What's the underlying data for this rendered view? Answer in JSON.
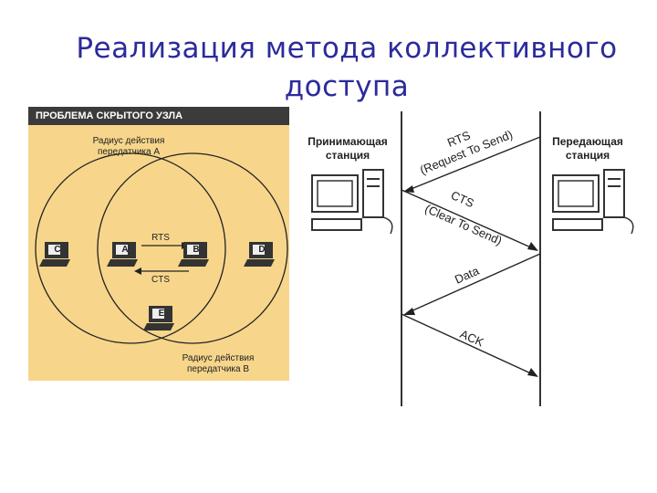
{
  "slide": {
    "title_line1": "Реализация метода коллективного",
    "title_line2": "доступа"
  },
  "hidden_node": {
    "banner": "ПРОБЛЕМА СКРЫТОГО УЗЛА",
    "radius_a_line1": "Радиус действия",
    "radius_a_line2": "передатчика А",
    "radius_b_line1": "Радиус действия",
    "radius_b_line2": "передатчика В",
    "rts": "RTS",
    "cts": "CTS",
    "nodes": [
      "C",
      "A",
      "B",
      "D",
      "E"
    ]
  },
  "sequence": {
    "receiver_line1": "Принимающая",
    "receiver_line2": "станция",
    "sender_line1": "Передающая",
    "sender_line2": "станция",
    "rts_line1": "RTS",
    "rts_line2": "(Request To Send)",
    "cts_line1": "CTS",
    "cts_line2": "(Clear To Send)",
    "data": "Data",
    "ack": "ACK"
  },
  "colors": {
    "title": "#2b2b9c",
    "panel_bg": "#f7d68b",
    "banner_bg": "#3b3b3b"
  }
}
